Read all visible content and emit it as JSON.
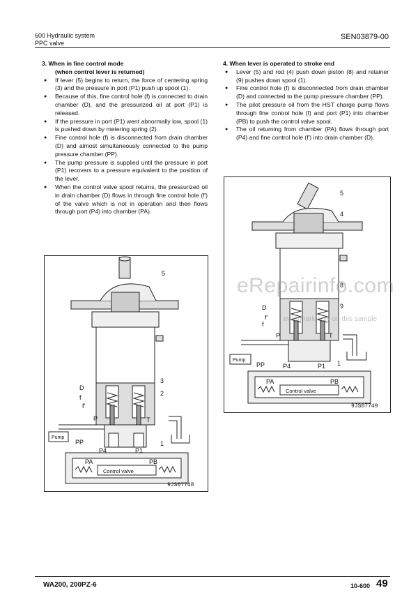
{
  "header": {
    "section_line1": "600 Hydraulic system",
    "section_line2": "PPC valve",
    "doc_code": "SEN03879-00"
  },
  "left_column": {
    "heading": "3. When in fine control mode",
    "subheading": "(when control lever is returned)",
    "bullets": [
      "If lever (5) begins to return, the force of centering spring (3) and the pressure in port (P1) push up spool (1).",
      "Because of this, fine control hole (f) is connected to drain chamber (D), and the pressurized oil at port (P1) is released.",
      "If the pressure in port (P1) went abnormally low, spool (1) is pushed down by metering spring (2).",
      "Fine control hole (f) is disconnected from drain chamber (D) and almost simultaneously connected to the pump pressure chamber (PP).",
      "The pump pressure is supplied until the pressure in port (P1) recovers to a pressure equivalent to the position of the lever.",
      "When the control valve spool returns, the pressurized oil in drain chamber (D) flows in through fine control hole (f') of the valve which is not in operation and then flows through port (P4) into chamber (PA)."
    ]
  },
  "right_column": {
    "heading": "4. When lever is operated to stroke end",
    "bullets": [
      "Lever (5) and rod (4) push down piston (8) and retainer (9) pushes down spool (1).",
      "Fine control hole (f) is disconnected from drain chamber (D) and connected to the pump pressure chamber (PP).",
      "The pilot pressure oil from the HST charge pump flows through fine control hole (f) and port (P1) into chamber (PB) to push the control valve spool.",
      "The oil returning from chamber (PA) flows through port (P4) and fine control hole (f') into drain chamber (D)."
    ]
  },
  "figure_left": {
    "labels": {
      "n5": "5",
      "n3": "3",
      "n2": "2",
      "n1": "1",
      "D": "D",
      "f_prime": "f'",
      "f": "f",
      "P": "P",
      "T": "T",
      "pump": "Pump",
      "PP": "PP",
      "P4": "P4",
      "P1": "P1",
      "PA": "PA",
      "PB": "PB",
      "control_valve": "Control valve"
    },
    "figure_id": "9JS07748"
  },
  "figure_right": {
    "labels": {
      "n5": "5",
      "n4": "4",
      "n8": "8",
      "n9": "9",
      "n1": "1",
      "D": "D",
      "f_prime": "f'",
      "f": "f",
      "P": "P",
      "T": "T",
      "pump": "Pump",
      "PP": "PP",
      "P4": "P4",
      "P1": "P1",
      "PA": "PA",
      "PB": "PB",
      "control_valve": "Control valve"
    },
    "figure_id": "9JS07749"
  },
  "watermark": {
    "main": "eRepairinfo.com",
    "sub": "watermark only on this sample"
  },
  "footer": {
    "model": "WA200, 200PZ-6",
    "page_ref": "10-600",
    "page_number": "49"
  }
}
